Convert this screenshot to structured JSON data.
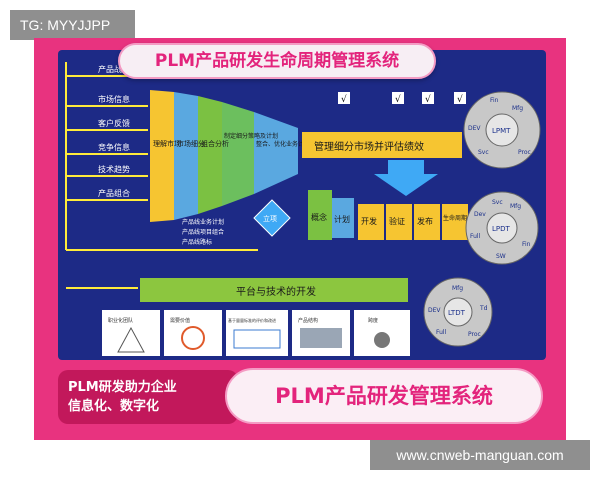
{
  "watermark": {
    "tg": "TG: MYYJJPP",
    "url": "www.cnweb-manguan.com"
  },
  "banner": {
    "title": "PLM产品研发生命周期管理系统"
  },
  "footer": {
    "left_lines": [
      "PLM研发助力企业",
      "信息化、数字化"
    ],
    "right_title": "PLM产品研发管理系统"
  },
  "diagram": {
    "inputs": [
      "产品战略",
      "市场信息",
      "客户反馈",
      "竞争信息",
      "技术趋势",
      "产品组合"
    ],
    "funnel_stages": [
      "理解市场",
      "市场细分",
      "组合分析",
      "制定细分策略及计划",
      "整合、优化业务计划"
    ],
    "funnel_output": "管理细分市场并评估绩效",
    "checks": [
      "√",
      "√",
      "√",
      "√"
    ],
    "bullets": [
      "产品线业务计划",
      "产品线项目组合",
      "产品线路标"
    ],
    "handoff": "立项",
    "process_stages": [
      "概念",
      "计划",
      "开发",
      "验证",
      "发布",
      "生命周期"
    ],
    "platform": "平台与技术的开发",
    "cycle_top": {
      "center": "LPMT",
      "segments": [
        "Mfg",
        "Proc",
        "Svc",
        "DEV",
        "Fin"
      ]
    },
    "cycle_mid": {
      "center": "LPDT",
      "segments": [
        "Mfg",
        "Fin",
        "SW",
        "Full",
        "Dev",
        "Svc"
      ]
    },
    "cycle_bottom": {
      "center": "LTDT",
      "segments": [
        "Mfg",
        "Td",
        "Proc",
        "Full",
        "DEV"
      ]
    },
    "thumbnails": [
      "职业化团队",
      "需要价值",
      "基于量量标准的评价和改进",
      "产品结构",
      "跨度"
    ]
  },
  "colors": {
    "frame": "#e8337f",
    "diagram_bg": "#1d2a86",
    "accent_pink": "#e3247c",
    "funnel_yellow": "#f6c531",
    "funnel_blue": "#5aa8e0",
    "funnel_green": "#7bc142",
    "platform_green": "#8cc63f",
    "arrow_blue": "#3fa9f5"
  }
}
